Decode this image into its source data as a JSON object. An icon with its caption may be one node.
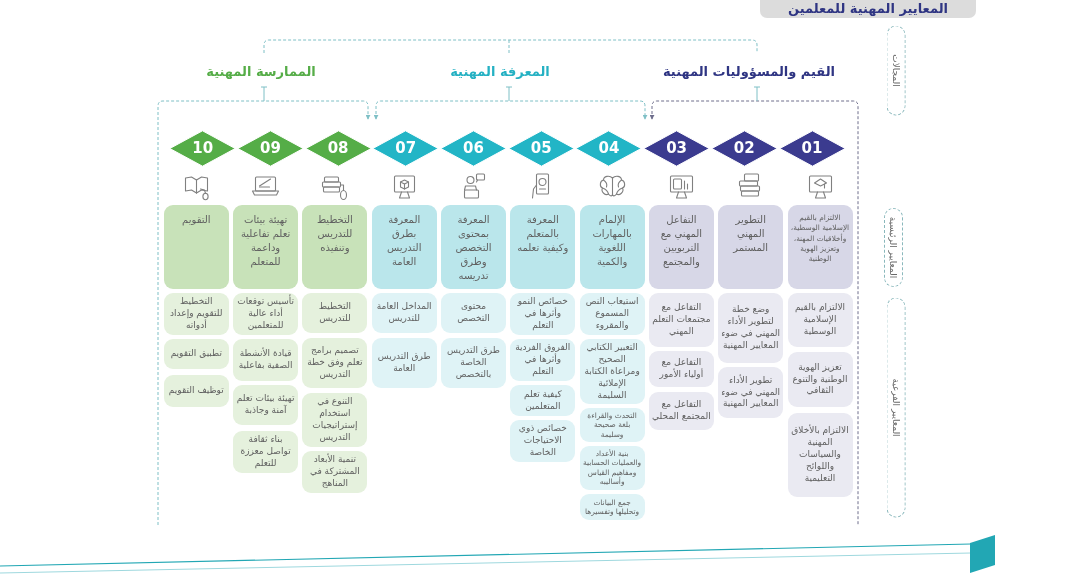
{
  "diagram": {
    "title": "المعايير المهنية للمعلمين",
    "nodes": [
      {
        "text": [
          "المجالات"
        ]
      },
      {
        "text": [
          "01"
        ]
      },
      {
        "text": [
          "02"
        ]
      },
      {
        "text": [
          "03"
        ]
      },
      {
        "text": [
          "04"
        ]
      },
      {
        "text": [
          "05"
        ]
      },
      {
        "text": [
          "06"
        ]
      },
      {
        "text": [
          "07"
        ]
      },
      {
        "text": [
          "08"
        ]
      },
      {
        "text": [
          "09"
        ]
      },
      {
        "text": [
          "10"
        ]
      },
      {
        "text": [
          "المعايير الرئيسية"
        ]
      },
      {
        "text": [
          "الالتزام بالقيم الإسلامية الوسطية، وأخلاقيات المهنة، وتعزيز الهوية الوطنية"
        ]
      },
      {
        "text": [
          "التطوير المهني المستمر"
        ]
      },
      {
        "text": [
          "التفاعل المهني مع التربويين والمجتمع"
        ]
      },
      {
        "text": [
          "الإلمام بالمهارات اللغوية والكمية"
        ]
      },
      {
        "text": [
          "المعرفة بالمتعلم وكيفية تعلمه"
        ]
      },
      {
        "text": [
          "المعرفة بمحتوى التخصص وطرق تدريسه"
        ]
      },
      {
        "text": [
          "المعرفة بطرق التدريس العامة"
        ]
      },
      {
        "text": [
          "التخطيط للتدريس وتنفيذه"
        ]
      },
      {
        "text": [
          "تهيئة بيئات تعلم تفاعلية وداعمة للمتعلم"
        ]
      },
      {
        "text": [
          "التقويم"
        ]
      },
      {
        "text": [
          "المعايير الفرعية"
        ]
      },
      {
        "text": [
          "الالتزام بالقيم الإسلامية الوسطية"
        ]
      },
      {
        "text": [
          "تعزيز الهوية الوطنية والتنوع الثقافي"
        ]
      },
      {
        "text": [
          "الالتزام بالأخلاق المهنية والسياسات واللوائح التعليمية"
        ]
      },
      {
        "text": [
          "وضع خطة لتطوير الأداء المهني في ضوء المعايير المهنية"
        ]
      },
      {
        "text": [
          "تطوير الأداء المهني في ضوء المعايير المهنية"
        ]
      },
      {
        "text": [
          "التفاعل مع مجتمعات التعلم المهني"
        ]
      },
      {
        "text": [
          "التفاعل مع أولياء الأمور"
        ]
      },
      {
        "text": [
          "التفاعل مع المجتمع المحلي"
        ]
      },
      {
        "text": [
          "استيعاب النص المسموع والمقروء"
        ]
      },
      {
        "text": [
          "التعبير الكتابي الصحيح ومراعاة الكتابة الإملائية السليمة"
        ]
      },
      {
        "text": [
          "التحدث والقراءة بلغة صحيحة وسليمة"
        ]
      },
      {
        "text": [
          "بنية الأعداد والعمليات الحسابية ومفاهيم القياس وأساليبه"
        ]
      },
      {
        "text": [
          "جمع البيانات وتحليلها وتفسيرها"
        ]
      },
      {
        "text": [
          "خصائص النمو وأثرها في التعلم"
        ]
      },
      {
        "text": [
          "الفروق الفردية وأثرها في التعلم"
        ]
      },
      {
        "text": [
          "كيفية تعلم المتعلمين"
        ]
      },
      {
        "text": [
          "خصائص ذوي الاحتياجات الخاصة"
        ]
      },
      {
        "text": [
          "محتوى التخصص"
        ]
      },
      {
        "text": [
          "طرق التدريس الخاصة بالتخصص"
        ]
      },
      {
        "text": [
          "المداخل العامة للتدريس"
        ]
      },
      {
        "text": [
          "طرق التدريس العامة"
        ]
      },
      {
        "text": [
          "التخطيط للتدريس"
        ]
      },
      {
        "text": [
          "تصميم برامج تعلم وفق خطة التدريس"
        ]
      },
      {
        "text": [
          "التنوع في استخدام إستراتيجيات التدريس"
        ]
      },
      {
        "text": [
          "تنمية الأبعاد المشتركة في المناهج"
        ]
      },
      {
        "text": [
          "تأسيس توقعات أداء عالية للمتعلمين"
        ]
      },
      {
        "text": [
          "قيادة الأنشطة الصفية بفاعلية"
        ]
      },
      {
        "text": [
          "تهيئة بيئات تعلم آمنة وجاذبة"
        ]
      },
      {
        "text": [
          "بناء ثقافة تواصل معززة للتعلم"
        ]
      },
      {
        "text": [
          "التخطيط للتقويم وإعداد أدواته"
        ]
      },
      {
        "text": [
          "تطبيق التقويم"
        ]
      },
      {
        "text": [
          "توظيف التقويم"
        ]
      }
    ],
    "labels": [
      "القيم والمسؤوليات المهنية",
      "المعرفة المهنية",
      "الممارسة المهنية"
    ]
  }
}
